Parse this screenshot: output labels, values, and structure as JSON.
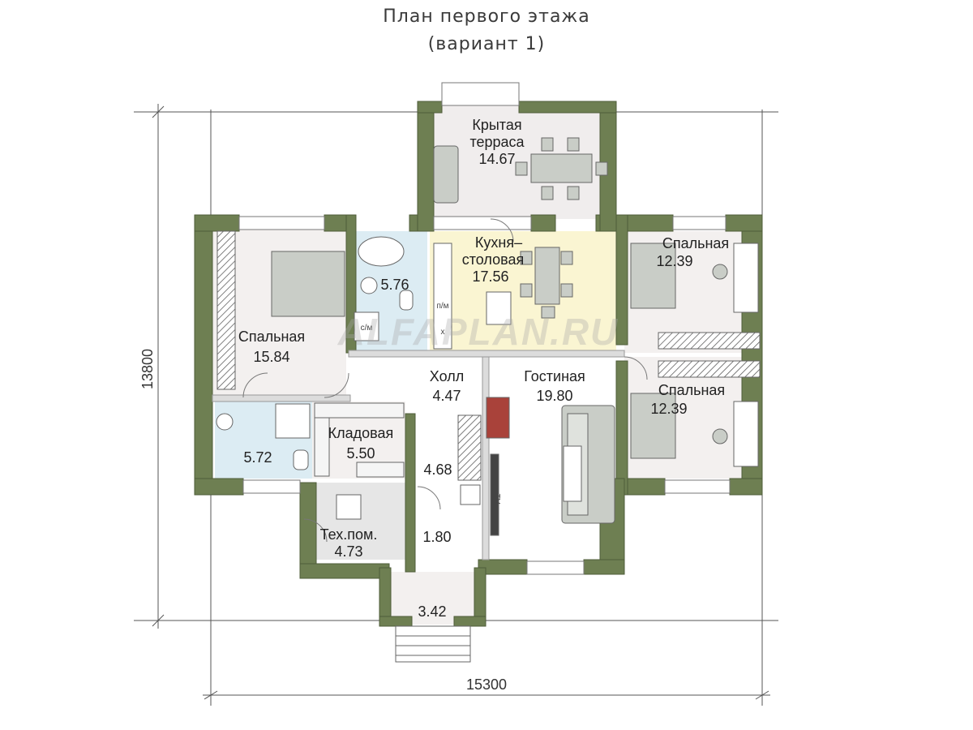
{
  "header": {
    "title_line1": "План первого этажа",
    "title_line2": "(вариант 1)"
  },
  "watermark": "ALFAPLAN.RU",
  "dimensions": {
    "width": "15300",
    "height": "13800"
  },
  "rooms": {
    "terrace": {
      "name_line1": "Крытая",
      "name_line2": "терраса",
      "area": "14.67"
    },
    "kitchen": {
      "name_line1": "Кухня–",
      "name_line2": "столовая",
      "area": "17.56"
    },
    "bedroom_left": {
      "name": "Спальная",
      "area": "15.84"
    },
    "bath_top": {
      "area": "5.76"
    },
    "bedroom_right_top": {
      "name": "Спальная",
      "area": "12.39"
    },
    "bedroom_right_bottom": {
      "name": "Спальная",
      "area": "12.39"
    },
    "hall": {
      "name": "Холл",
      "area": "4.47"
    },
    "living": {
      "name": "Гостиная",
      "area": "19.80"
    },
    "bath_bottom": {
      "area": "5.72"
    },
    "storage": {
      "name": "Кладовая",
      "area": "5.50"
    },
    "corridor": {
      "area": "4.68"
    },
    "tech": {
      "name_line1": "Тех.пом.",
      "area": "4.73"
    },
    "vestibule": {
      "area": "1.80"
    },
    "porch": {
      "area": "3.42"
    }
  },
  "fixture_labels": {
    "washer": "с/м",
    "dishwasher": "п/м",
    "fridge": "х",
    "tv": "TV"
  },
  "colors": {
    "wall": "#6e7f52",
    "wall_edge": "#4f5c39",
    "terrace_floor": "#f0eded",
    "kitchen_floor": "#faf5d2",
    "bedroom_floor": "#f3f0ef",
    "bath_floor": "#dcecf3",
    "living_floor": "#ffffff",
    "tech_floor": "#e6e6e6",
    "furniture": "#c9cdc7"
  }
}
